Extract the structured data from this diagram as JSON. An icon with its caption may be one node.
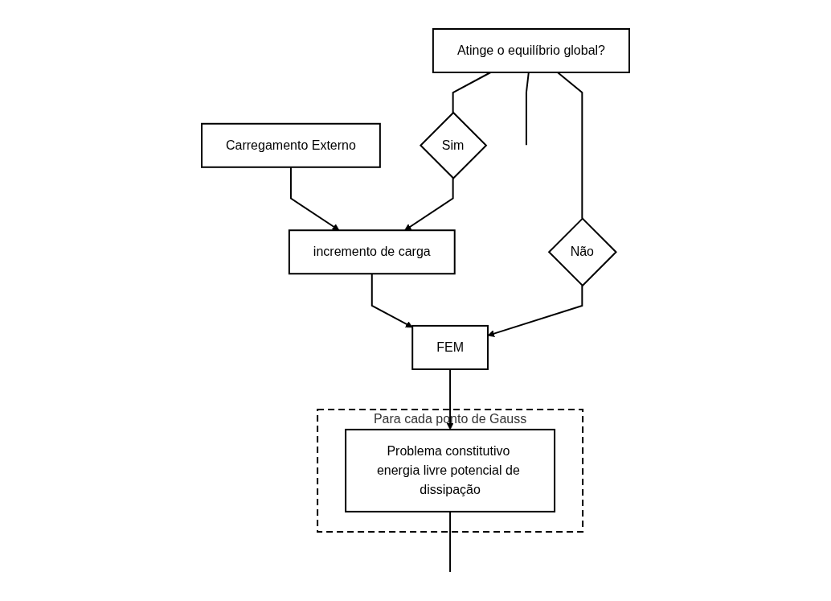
{
  "diagram": {
    "nodes": [
      {
        "text": [
          "Carregamento Externo"
        ]
      },
      {
        "text": [
          "incremento de carga"
        ]
      },
      {
        "text": [
          "FEM"
        ]
      },
      {
        "text": [
          "Para cada ponto de Gauss"
        ]
      },
      {
        "text": [
          "Problema constitutivo energia livre potencial de dissipação"
        ],
        "in": 3
      },
      {
        "text": [
          "Não"
        ]
      },
      {
        "text": [
          "Sim"
        ]
      },
      {
        "text": [
          "Atinge o equilíbrio global?"
        ]
      }
    ],
    "edges": [
      {
        "from": 0,
        "to": 1,
        "arrow": "to"
      },
      {
        "from": 1,
        "to": 2,
        "arrow": "to"
      },
      {
        "from": 2,
        "to": 4,
        "arrow": "to"
      },
      {
        "from": 4,
        "to": null,
        "arrow": "none"
      },
      {
        "from": 7,
        "to": null,
        "arrow": "none"
      },
      {
        "from": 7,
        "to": 5,
        "arrow": "none"
      },
      {
        "from": 5,
        "to": 2,
        "arrow": "to"
      },
      {
        "from": 7,
        "to": 6,
        "arrow": "none"
      },
      {
        "from": 6,
        "to": 1,
        "arrow": "to"
      }
    ]
  }
}
